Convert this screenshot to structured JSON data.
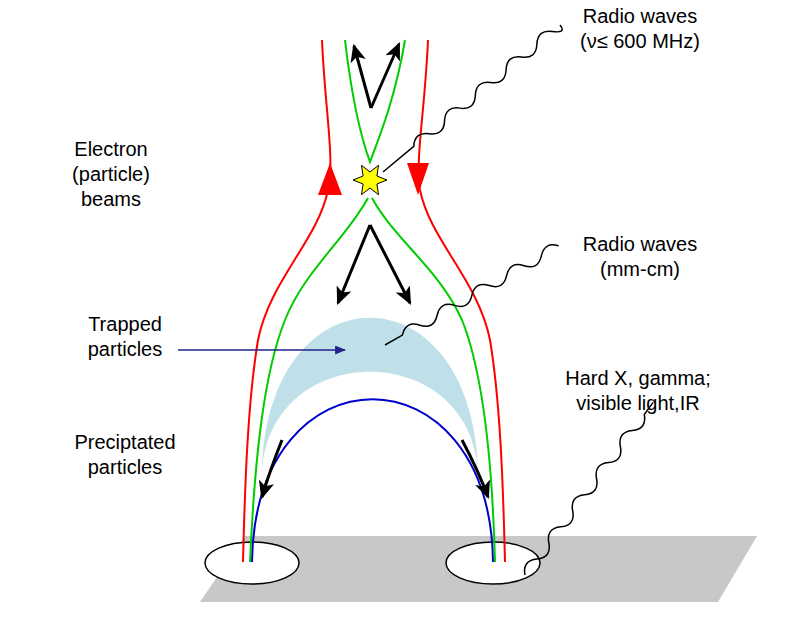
{
  "diagram": {
    "labels": [
      "Radio waves (ν≤ 600 MHz)",
      "Electron (particle) beams",
      "Radio waves (mm-cm)",
      "Trapped particles",
      "Hard X, gamma; visible light,IR",
      "Preciptated particles"
    ]
  }
}
